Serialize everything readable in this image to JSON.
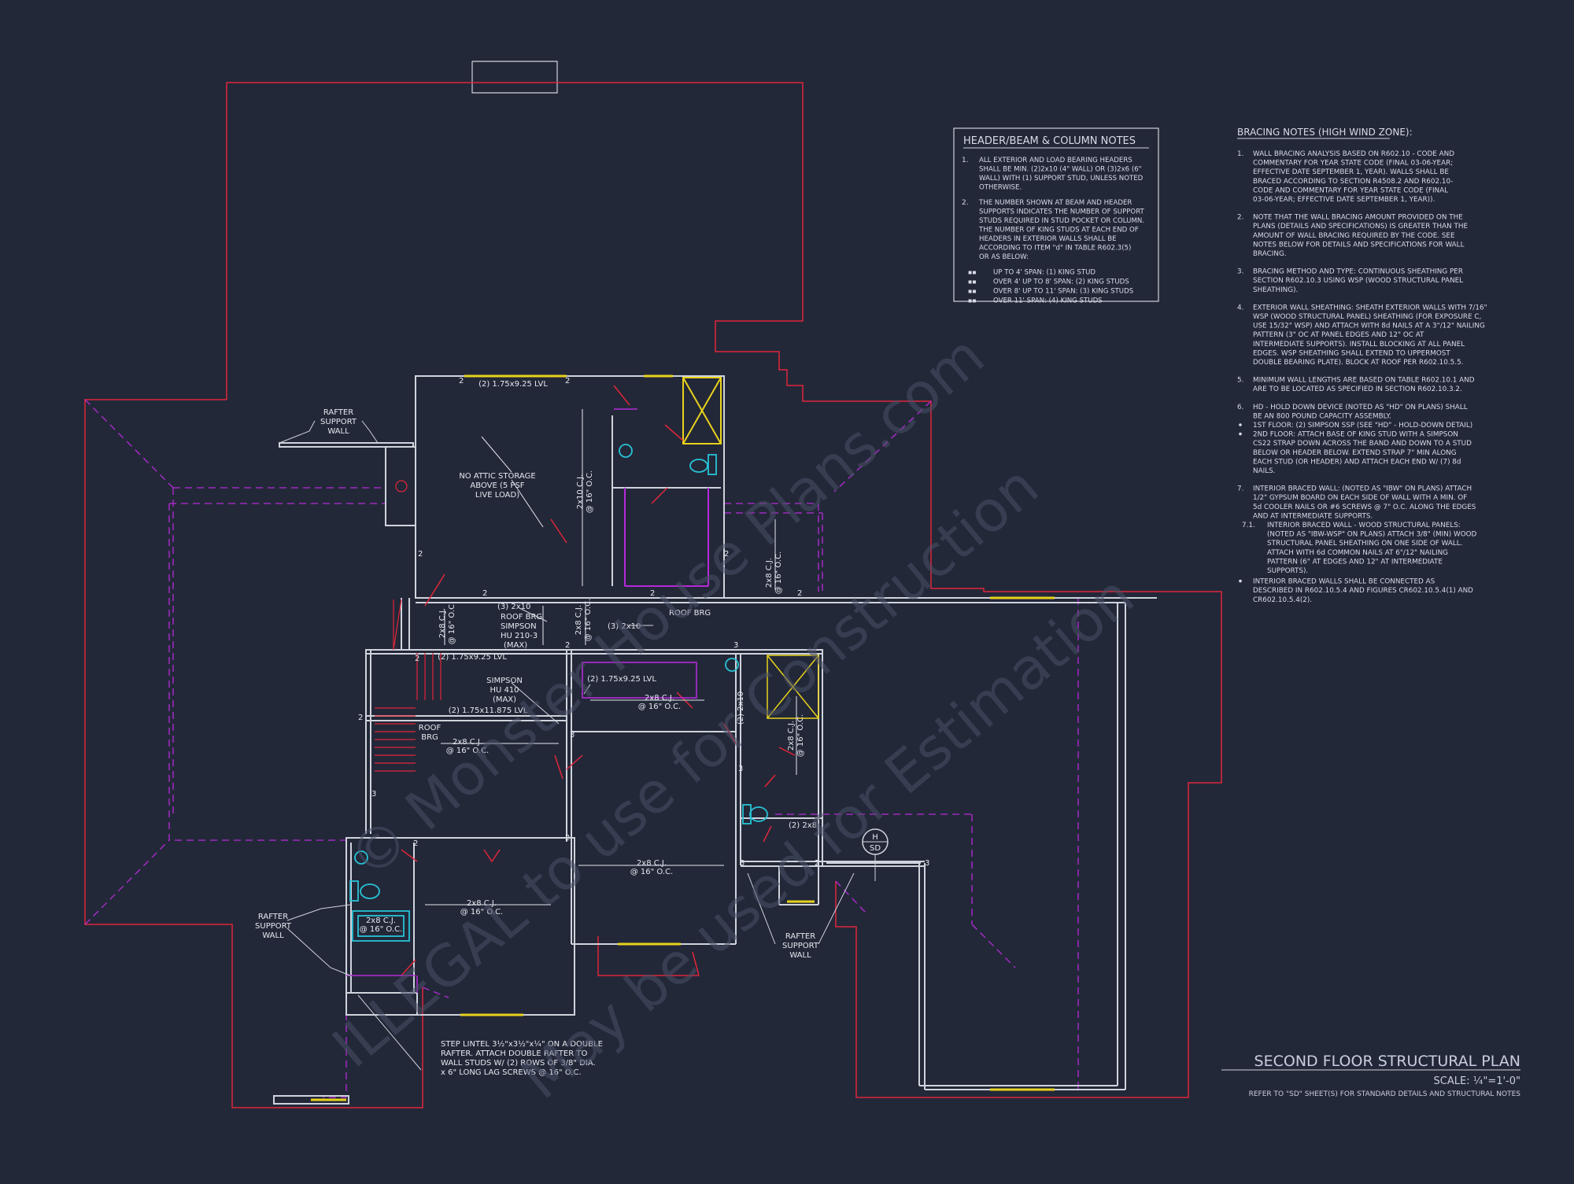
{
  "header_notes": {
    "title": "HEADER/BEAM & COLUMN NOTES",
    "items": [
      {
        "num": "1.",
        "lines": [
          "ALL EXTERIOR AND LOAD BEARING HEADERS",
          "SHALL BE MIN. (2)2x10 (4\" WALL) OR (3)2x6 (6\"",
          "WALL) WITH (1) SUPPORT STUD, UNLESS NOTED",
          "OTHERWISE."
        ]
      },
      {
        "num": "2.",
        "lines": [
          "THE NUMBER SHOWN AT BEAM AND HEADER",
          "SUPPORTS INDICATES THE NUMBER OF SUPPORT",
          "STUDS REQUIRED IN STUD POCKET OR COLUMN.",
          "THE NUMBER OF KING STUDS AT EACH END OF",
          "HEADERS IN EXTERIOR WALLS SHALL BE",
          "ACCORDING TO ITEM \"d\" IN TABLE R602.3(5)",
          "OR AS BELOW:"
        ]
      }
    ],
    "bullets": [
      "UP TO 4' SPAN: (1) KING STUD",
      "OVER 4' UP TO 8' SPAN: (2) KING STUDS",
      "OVER 8' UP TO 11' SPAN: (3) KING STUDS",
      "OVER 11' SPAN: (4) KING STUDS"
    ]
  },
  "bracing_notes": {
    "title": "BRACING NOTES (HIGH WIND ZONE):",
    "items": [
      {
        "num": "1.",
        "lines": [
          "WALL BRACING ANALYSIS BASED ON R602.10 - CODE AND",
          "COMMENTARY FOR YEAR STATE CODE (FINAL 03-06-YEAR;",
          "EFFECTIVE DATE SEPTEMBER 1, YEAR). WALLS SHALL BE",
          "BRACED ACCORDING TO SECTION R4508.2 AND R602.10-",
          "CODE AND COMMENTARY FOR YEAR STATE CODE (FINAL",
          "03-06-YEAR; EFFECTIVE DATE SEPTEMBER 1, YEAR))."
        ]
      },
      {
        "num": "2.",
        "lines": [
          "NOTE THAT THE WALL BRACING AMOUNT PROVIDED ON THE",
          "PLANS (DETAILS AND SPECIFICATIONS) IS GREATER THAN THE",
          "AMOUNT OF WALL BRACING REQUIRED BY THE CODE. SEE",
          "NOTES BELOW FOR DETAILS AND SPECIFICATIONS FOR WALL",
          "BRACING."
        ]
      },
      {
        "num": "3.",
        "lines": [
          "BRACING METHOD AND TYPE: CONTINUOUS SHEATHING PER",
          "SECTION R602.10.3 USING WSP (WOOD STRUCTURAL PANEL",
          "SHEATHING)."
        ]
      },
      {
        "num": "4.",
        "lines": [
          "EXTERIOR WALL SHEATHING: SHEATH EXTERIOR WALLS WITH 7/16\"",
          "WSP (WOOD STRUCTURAL PANEL) SHEATHING (FOR EXPOSURE C,",
          "USE 15/32\" WSP) AND ATTACH WITH 8d NAILS AT A 3\"/12\" NAILING",
          "PATTERN (3\" OC AT PANEL EDGES AND 12\" OC AT",
          "INTERMEDIATE SUPPORTS). INSTALL BLOCKING AT ALL PANEL",
          "EDGES. WSP SHEATHING SHALL EXTEND TO UPPERMOST",
          "DOUBLE BEARING PLATE). BLOCK AT ROOF PER R602.10.5.5."
        ]
      },
      {
        "num": "5.",
        "lines": [
          "MINIMUM WALL LENGTHS ARE BASED ON TABLE R602.10.1 AND",
          "ARE TO BE LOCATED AS SPECIFIED IN SECTION R602.10.3.2."
        ]
      },
      {
        "num": "6.",
        "lines": [
          "HD - HOLD DOWN DEVICE (NOTED AS \"HD\" ON PLANS) SHALL",
          "BE AN 800 POUND CAPACITY ASSEMBLY."
        ]
      }
    ],
    "sub6": [
      {
        "lines": [
          "1ST FLOOR: (2) SIMPSON SSP (SEE \"HD\" - HOLD-DOWN DETAIL)"
        ]
      },
      {
        "lines": [
          "2ND FLOOR: ATTACH BASE OF KING STUD WITH A SIMPSON",
          "CS22 STRAP DOWN ACROSS THE BAND AND DOWN TO A STUD",
          "BELOW OR HEADER BELOW. EXTEND STRAP 7\" MIN ALONG",
          "EACH STUD (OR HEADER) AND ATTACH EACH END W/ (7) 8d",
          "NAILS."
        ]
      }
    ],
    "item7": {
      "num": "7.",
      "lines": [
        "INTERIOR BRACED WALL: (NOTED AS \"IBW\" ON PLANS) ATTACH",
        "1/2\" GYPSUM BOARD ON EACH SIDE OF WALL WITH A MIN. OF",
        "5d COOLER NAILS OR #6 SCREWS @ 7\" O.C. ALONG THE EDGES",
        "AND AT INTERMEDIATE SUPPORTS."
      ]
    },
    "item71": {
      "num": "7.1.",
      "lines": [
        "INTERIOR BRACED WALL - WOOD STRUCTURAL PANELS:",
        "(NOTED AS \"IBW-WSP\" ON PLANS) ATTACH 3/8\" (MIN) WOOD",
        "STRUCTURAL PANEL SHEATHING ON ONE SIDE OF WALL.",
        "ATTACH WITH 6d COMMON NAILS AT 6\"/12\" NAILING",
        "PATTERN (6\" AT EDGES AND 12\" AT INTERMEDIATE",
        "SUPPORTS)."
      ]
    },
    "last": {
      "lines": [
        "INTERIOR BRACED WALLS SHALL BE CONNECTED AS",
        "DESCRIBED IN R602.10.5.4 AND FIGURES CR602.10.5.4(1) AND",
        "CR602.10.5.4(2)."
      ]
    }
  },
  "plan_labels": {
    "rafter_top": [
      "RAFTER",
      "SUPPORT",
      "WALL"
    ],
    "rafter_left": [
      "RAFTER",
      "SUPPORT",
      "WALL"
    ],
    "rafter_bottom": [
      "RAFTER",
      "SUPPORT",
      "WALL"
    ],
    "attic": [
      "NO ATTIC STORAGE",
      "ABOVE (5 PSF",
      "LIVE LOAD)"
    ],
    "beam_top": "(2) 1.75x9.25 LVL",
    "beam_mid_left": "(2) 1.75x9.25 LVL",
    "beam_mid_right": "(2) 1.75x9.25 LVL",
    "beam_stair": "(2) 1.75x11.875 LVL",
    "roof_brg_stack": [
      "(3) 2x10",
      "ROOF BRG",
      "SIMPSON",
      "HU 210-3",
      "(MAX)"
    ],
    "roof_brg_right": "ROOF BRG",
    "header_3_2x10": "(3) 2x10",
    "simpson_hu": [
      "SIMPSON",
      "HU 410",
      "(MAX)"
    ],
    "roof_brg_left": [
      "ROOF",
      "BRG"
    ],
    "two_2x8": "(2) 2x8",
    "two_2x10_vert": "(2) 2x10",
    "hd_top": "H",
    "hd_bottom": "SD",
    "cj_2x10": "2x10 C.J.",
    "cj_spacing": "@ 16\" O.C.",
    "cj_2x8": "2x8 C.J.",
    "step_lintel": [
      "STEP LINTEL 3½\"x3½\"x¼\" ON A DOUBLE",
      "RAFTER. ATTACH DOUBLE RAFTER TO",
      "WALL STUDS W/ (2) ROWS OF 3/8\" DIA.",
      "x 6\" LONG LAG SCREWS @ 16\" O.C."
    ]
  },
  "title_block": {
    "title": "SECOND FLOOR STRUCTURAL PLAN",
    "scale": "SCALE: ¼\"=1'-0\"",
    "refer": "REFER TO \"SD\" SHEET(S) FOR STANDARD DETAILS AND STRUCTURAL NOTES"
  },
  "watermark": {
    "line1": "© Monster House Plans.com",
    "line2": "ILLEGAL to use for Construction",
    "line3": "May be used for Estimation"
  },
  "colors": {
    "background": "#232838",
    "roof_outline": "#e0263a",
    "hip_dashed": "#b42ad8",
    "wall": "#cfd3dc",
    "window": "#e8d21c",
    "fixture": "#27c3d6",
    "text": "#d8dce8"
  }
}
